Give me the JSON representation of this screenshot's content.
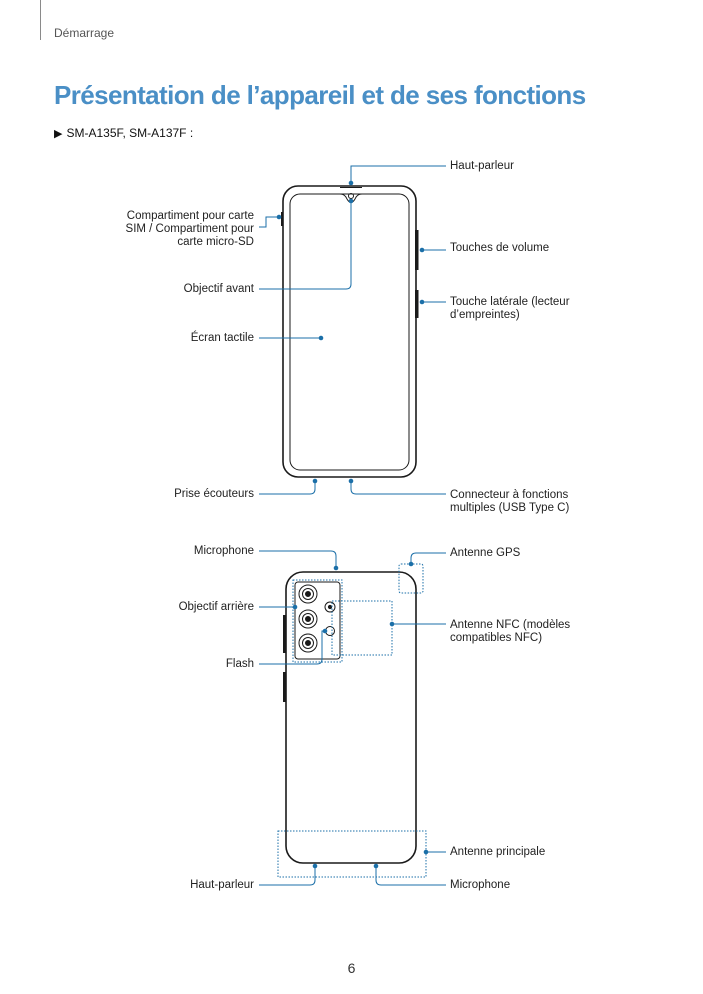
{
  "header": {
    "section": "Démarrage"
  },
  "title": "Présentation de l’appareil et de ses fonctions",
  "model": {
    "arrow": "▶",
    "text": "SM-A135F, SM-A137F :"
  },
  "front": {
    "left_labels": [
      {
        "id": "sim",
        "lines": [
          "Compartiment pour carte",
          "SIM / Compartiment pour",
          "carte micro-SD"
        ]
      },
      {
        "id": "front-camera",
        "lines": [
          "Objectif avant"
        ]
      },
      {
        "id": "touchscreen",
        "lines": [
          "Écran tactile"
        ]
      },
      {
        "id": "earphone-jack",
        "lines": [
          "Prise écouteurs"
        ]
      }
    ],
    "right_labels": [
      {
        "id": "speaker-top",
        "lines": [
          "Haut-parleur"
        ]
      },
      {
        "id": "volume",
        "lines": [
          "Touches de volume"
        ]
      },
      {
        "id": "side-key",
        "lines": [
          "Touche latérale (lecteur",
          "d’empreintes)"
        ]
      },
      {
        "id": "usb",
        "lines": [
          "Connecteur à fonctions",
          "multiples (USB Type C)"
        ]
      }
    ]
  },
  "back": {
    "left_labels": [
      {
        "id": "mic-top",
        "lines": [
          "Microphone"
        ]
      },
      {
        "id": "rear-camera",
        "lines": [
          "Objectif arrière"
        ]
      },
      {
        "id": "flash",
        "lines": [
          "Flash"
        ]
      },
      {
        "id": "speaker-bottom",
        "lines": [
          "Haut-parleur"
        ]
      }
    ],
    "right_labels": [
      {
        "id": "gps",
        "lines": [
          "Antenne GPS"
        ]
      },
      {
        "id": "nfc",
        "lines": [
          "Antenne NFC (modèles",
          "compatibles NFC)"
        ]
      },
      {
        "id": "main-antenna",
        "lines": [
          "Antenne principale"
        ]
      },
      {
        "id": "mic-bottom",
        "lines": [
          "Microphone"
        ]
      }
    ]
  },
  "page_number": "6",
  "colors": {
    "title": "#4a8fc6",
    "callout": "#1b6fa8",
    "outline": "#1a1a1a"
  }
}
